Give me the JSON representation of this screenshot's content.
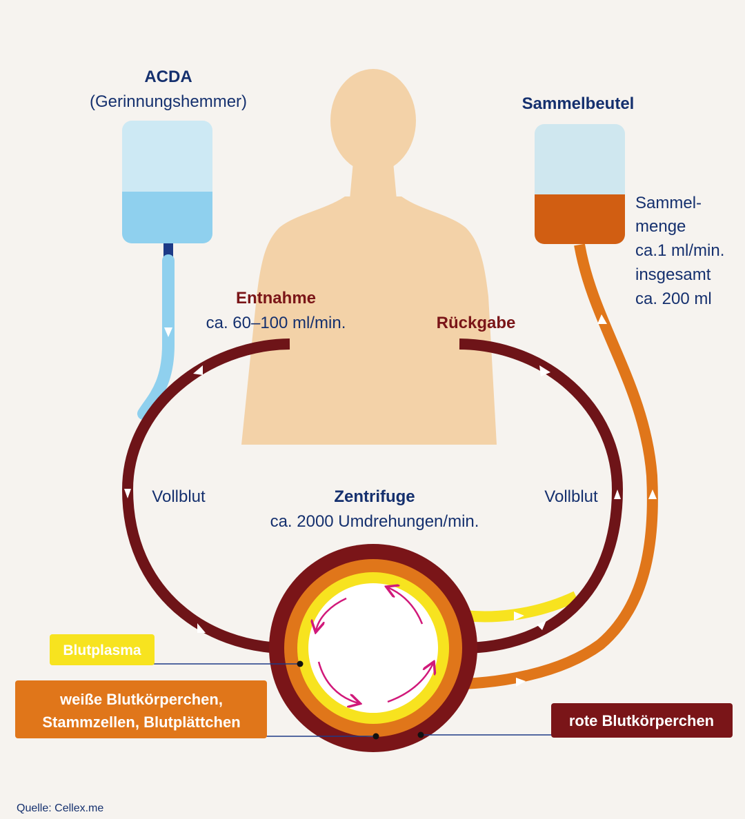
{
  "acda": {
    "title": "ACDA",
    "subtitle": "(Gerinnungshemmer)"
  },
  "collection_bag": {
    "title": "Sammelbeutel",
    "note_lines": [
      "Sammel-",
      "menge",
      "ca.1 ml/min.",
      "insgesamt",
      "ca. 200 ml"
    ]
  },
  "withdrawal": {
    "title": "Entnahme",
    "rate": "ca. 60–100 ml/min."
  },
  "return": {
    "title": "Rückgabe"
  },
  "whole_blood_left": "Vollblut",
  "whole_blood_right": "Vollblut",
  "centrifuge": {
    "title": "Zentrifuge",
    "speed": "ca. 2000 Umdrehungen/min."
  },
  "legend": {
    "plasma": "Blutplasma",
    "white_cells_line1": "weiße Blutkörperchen,",
    "white_cells_line2": "Stammzellen, Blutplättchen",
    "red_cells": "rote Blutkörperchen"
  },
  "source": "Quelle: Cellex.me",
  "colors": {
    "background": "#f6f3ef",
    "body_silhouette": "#f3d2a8",
    "blood_dark": "#6e1418",
    "layer_orange": "#e0761a",
    "layer_yellow": "#f7e31f",
    "acda_light": "#cde9f4",
    "acda_fluid": "#8fd0ee",
    "bag_fluid": "#d15e12",
    "text_blue": "#15306e",
    "rotation_arrow": "#d1197a"
  }
}
